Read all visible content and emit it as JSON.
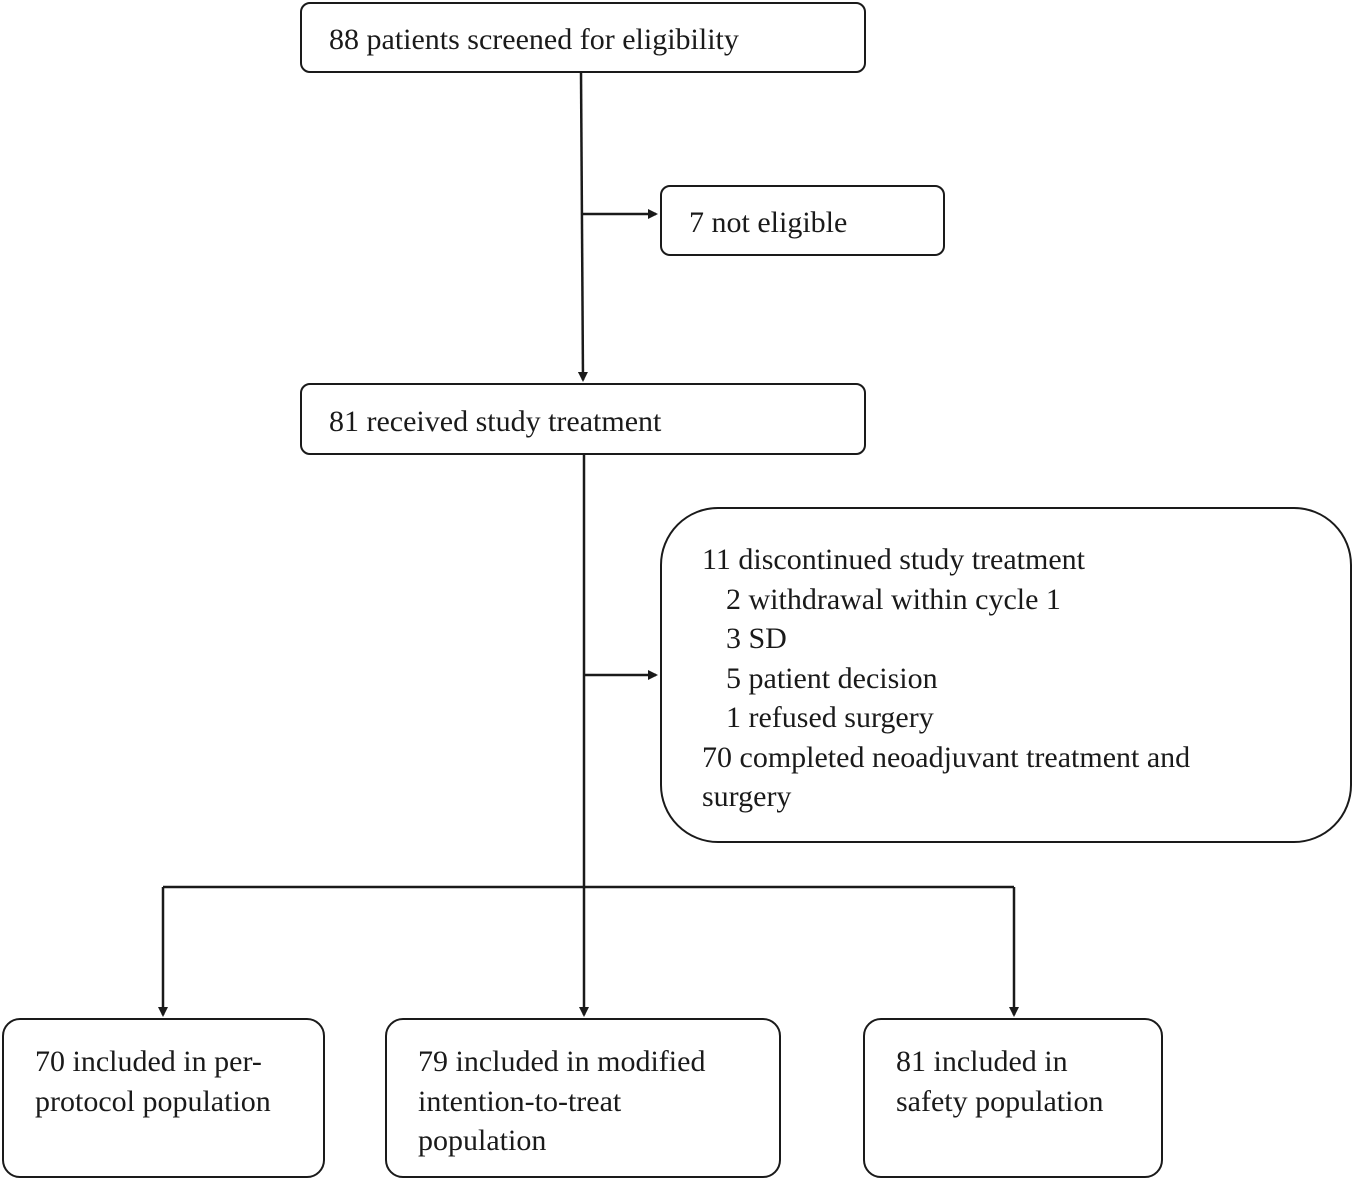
{
  "flowchart": {
    "screened": "88 patients screened for eligibility",
    "not_eligible": "7 not eligible",
    "received": "81 received study treatment",
    "discontinued": {
      "header": "11 discontinued study treatment",
      "reasons": [
        "2 withdrawal within cycle 1",
        "3 SD",
        "5 patient decision",
        "1 refused surgery"
      ],
      "completed_line1": "70 completed neoadjuvant treatment and",
      "completed_line2": "surgery"
    },
    "populations": {
      "per_protocol": [
        "70 included in per-",
        "protocol population"
      ],
      "mitt": [
        "79 included in modified",
        "intention-to-treat",
        "population"
      ],
      "safety": [
        "81 included in",
        "safety population"
      ]
    }
  },
  "colors": {
    "stroke": "#1a1a1a",
    "background": "#ffffff"
  }
}
